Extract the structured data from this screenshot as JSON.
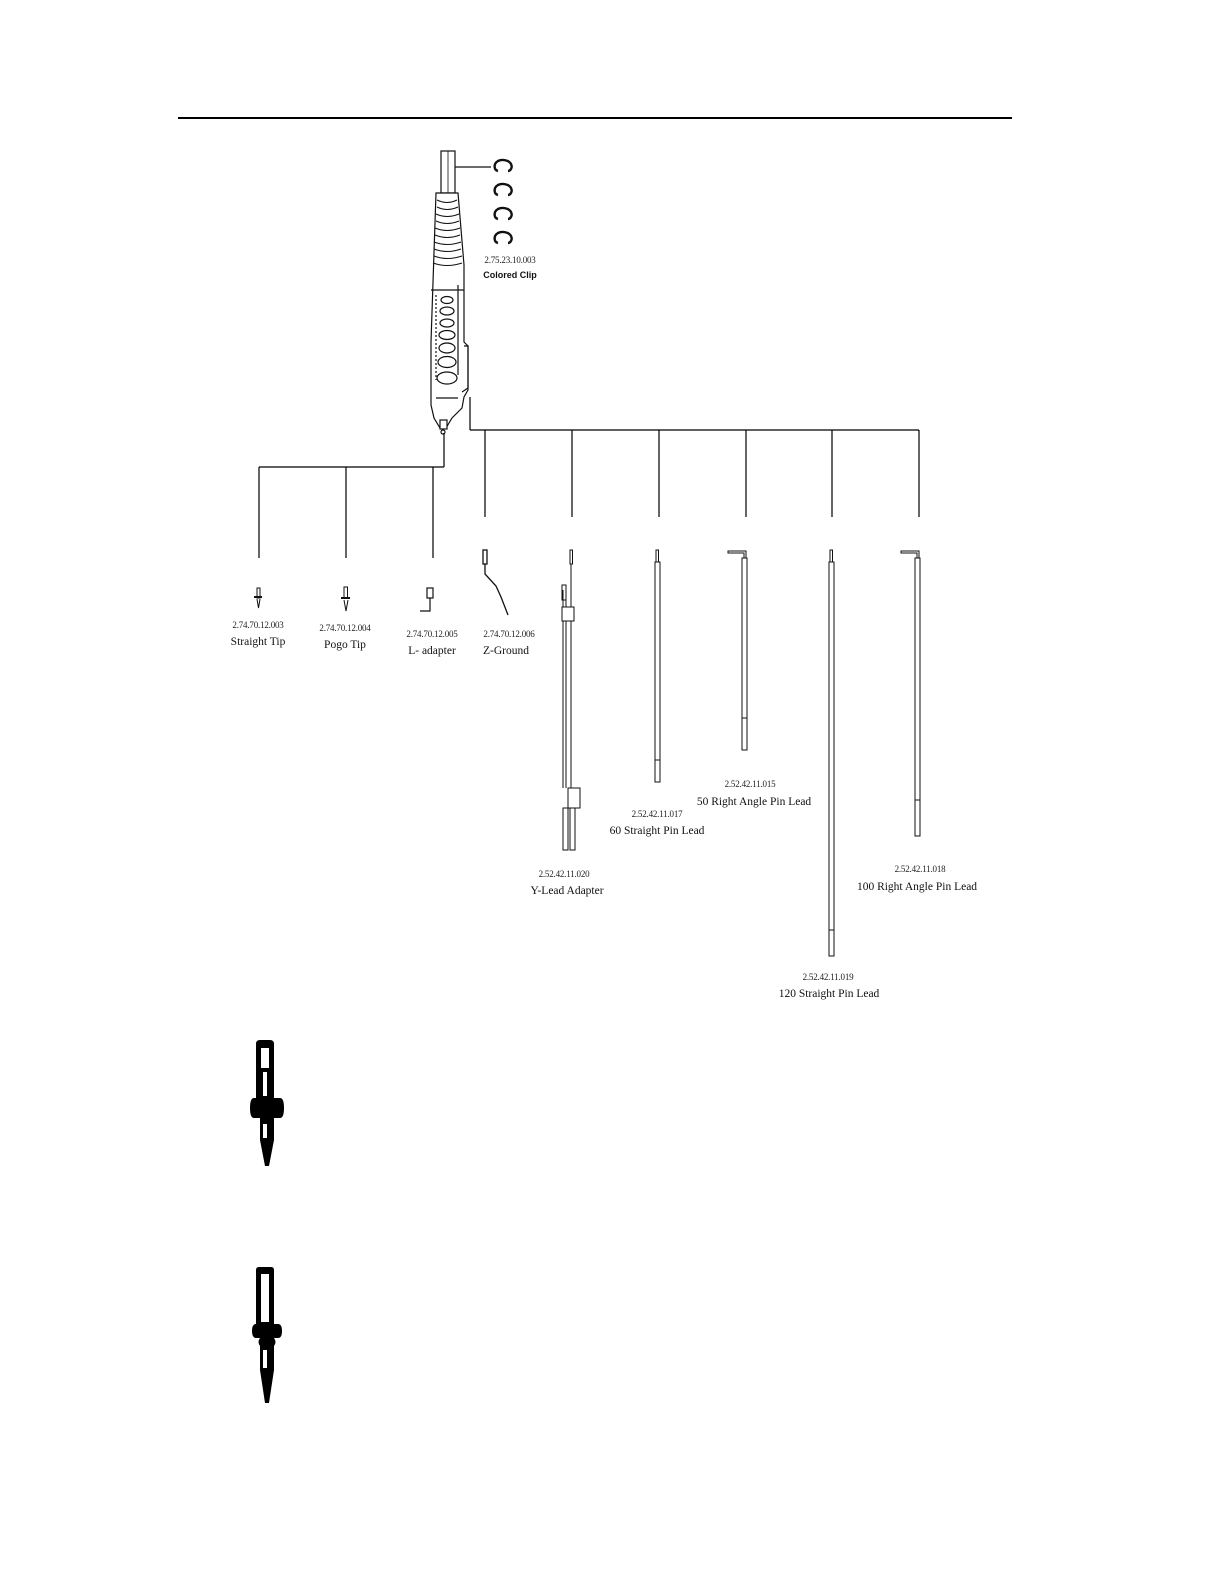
{
  "accessories": {
    "colored_clip": {
      "part_number": "2.75.23.10.003",
      "name": "Colored Clip"
    },
    "straight_tip": {
      "part_number": "2.74.70.12.003",
      "name": "Straight Tip"
    },
    "pogo_tip": {
      "part_number": "2.74.70.12.004",
      "name": "Pogo Tip"
    },
    "l_adapter": {
      "part_number": "2.74.70.12.005",
      "name": "L- adapter"
    },
    "z_ground": {
      "part_number": "2.74.70.12.006",
      "name": "Z-Ground"
    },
    "y_lead_adapter": {
      "part_number": "2.52.42.11.020",
      "name": "Y-Lead Adapter"
    },
    "straight_pin_lead_60": {
      "part_number": "2.52.42.11.017",
      "name": "60 Straight Pin Lead"
    },
    "right_angle_pin_lead_50": {
      "part_number": "2.52.42.11.015",
      "name": "50 Right Angle Pin Lead"
    },
    "straight_pin_lead_120": {
      "part_number": "2.52.42.11.019",
      "name": "120 Straight Pin Lead"
    },
    "right_angle_pin_lead_100": {
      "part_number": "2.52.42.11.018",
      "name": "100 Right Angle Pin Lead"
    }
  }
}
